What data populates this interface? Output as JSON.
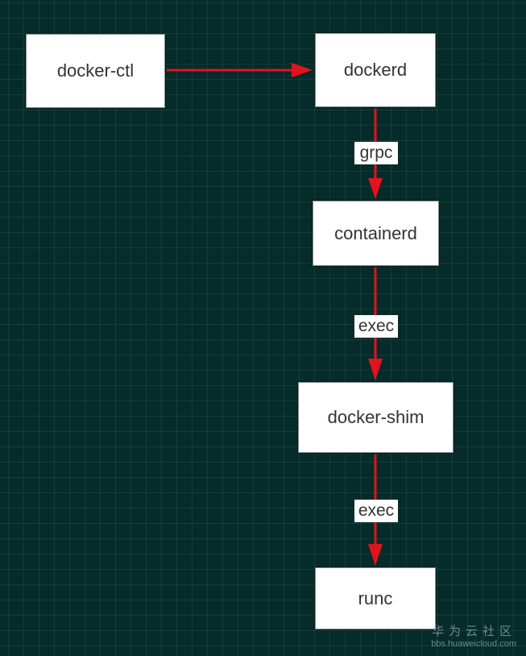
{
  "nodes": {
    "docker_ctl": "docker-ctl",
    "dockerd": "dockerd",
    "containerd": "containerd",
    "docker_shim": "docker-shim",
    "runc": "runc"
  },
  "edges": [
    {
      "from": "docker-ctl",
      "to": "dockerd",
      "label": ""
    },
    {
      "from": "dockerd",
      "to": "containerd",
      "label": "grpc"
    },
    {
      "from": "containerd",
      "to": "docker-shim",
      "label": "exec"
    },
    {
      "from": "docker-shim",
      "to": "runc",
      "label": "exec"
    }
  ],
  "edge_labels": {
    "dockerd_containerd": "grpc",
    "containerd_shim": "exec",
    "shim_runc": "exec"
  },
  "colors": {
    "background": "#062b2b",
    "node_fill": "#ffffff",
    "arrow": "#e0141e",
    "text": "#333333"
  },
  "watermark": {
    "cn": "华为云社区",
    "url": "bbs.huaweicloud.com"
  }
}
